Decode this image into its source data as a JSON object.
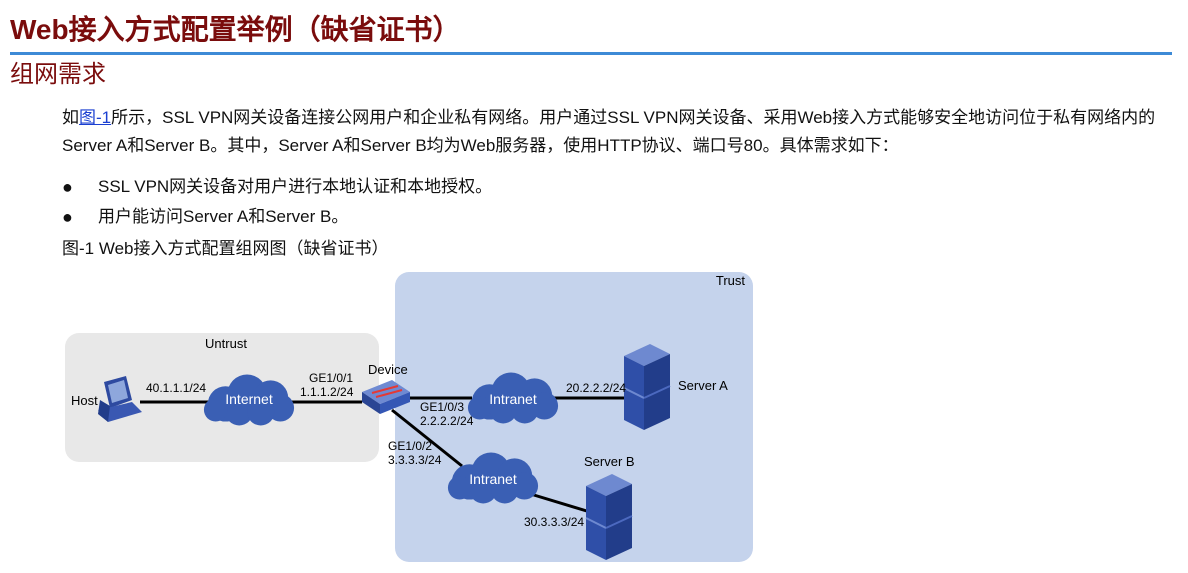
{
  "heading": "Web接入方式配置举例（缺省证书）",
  "subheading": "组网需求",
  "intro": {
    "prefix": "如",
    "link": "图-1",
    "rest": "所示，SSL VPN网关设备连接公网用户和企业私有网络。用户通过SSL VPN网关设备、采用Web接入方式能够安全地访问位于私有网络内的Server A和Server B。其中，Server A和Server B均为Web服务器，使用HTTP协议、端口号80。具体需求如下："
  },
  "bullets": [
    "SSL VPN网关设备对用户进行本地认证和本地授权。",
    "用户能访问Server A和Server B。"
  ],
  "figure_caption": "图-1 Web接入方式配置组网图（缺省证书）",
  "diagram": {
    "zone_trust": "Trust",
    "zone_untrust": "Untrust",
    "host": "Host",
    "host_ip": "40.1.1.1/24",
    "internet": "Internet",
    "device": "Device",
    "device_port1": "GE1/0/1",
    "device_port1_ip": "1.1.1.2/24",
    "device_port3": "GE1/0/3",
    "device_port3_ip": "2.2.2.2/24",
    "device_port2": "GE1/0/2",
    "device_port2_ip": "3.3.3.3/24",
    "intranet1": "Intranet",
    "intranet2": "Intranet",
    "server_a": "Server A",
    "server_a_ip": "20.2.2.2/24",
    "server_b": "Server B",
    "server_b_ip": "30.3.3.3/24",
    "colors": {
      "trust_zone": "#c5d3ec",
      "untrust_zone": "#e8e8e8",
      "cloud": "#3a5fb4",
      "device": "#3557b5",
      "server": "#2f4fa8",
      "heading": "#7a0c0c",
      "rule": "#3d8ad6"
    }
  }
}
